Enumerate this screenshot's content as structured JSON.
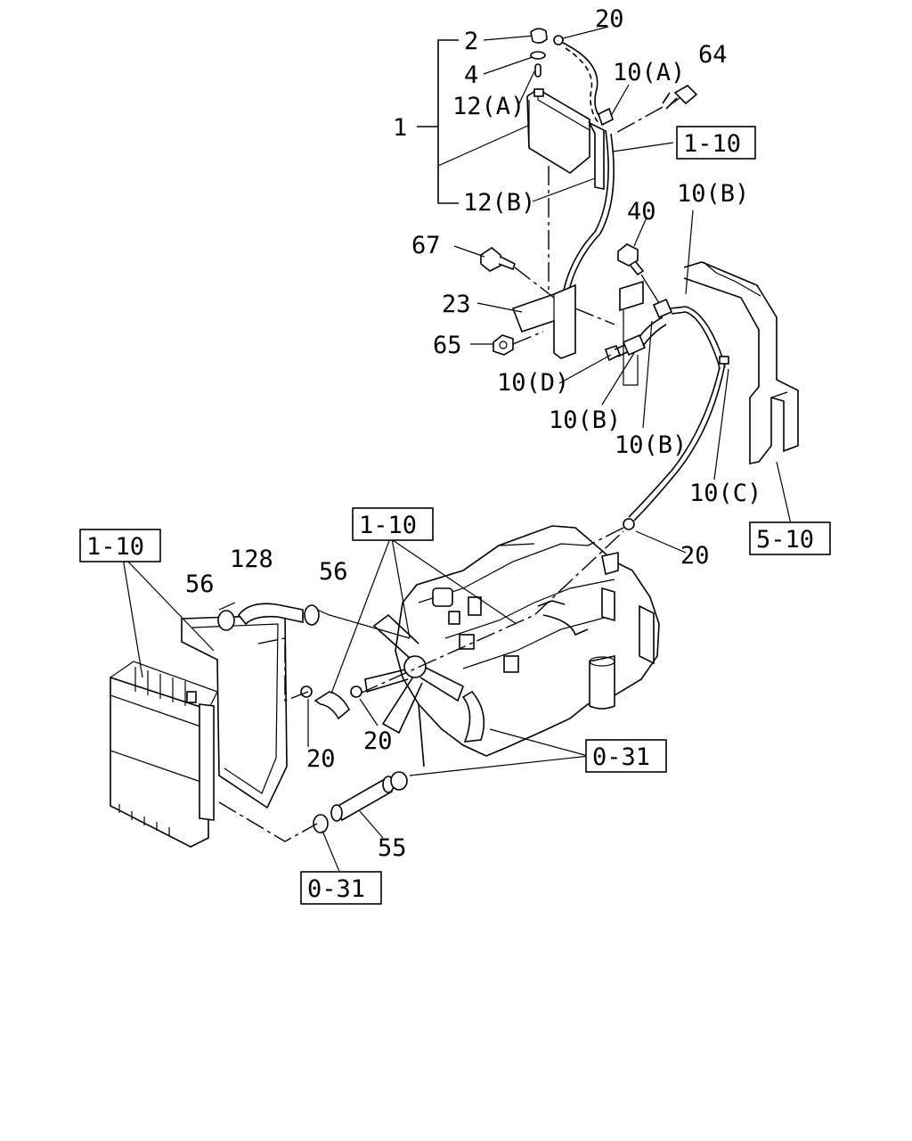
{
  "callouts": {
    "c2": "2",
    "c4": "4",
    "c1": "1",
    "c12a": "12(A)",
    "c12b": "12(B)",
    "c20_top": "20",
    "c10a": "10(A)",
    "c64": "64",
    "c10b_top": "10(B)",
    "c40": "40",
    "c67": "67",
    "c23": "23",
    "c65": "65",
    "c10d": "10(D)",
    "c10b_1": "10(B)",
    "c10b_2": "10(B)",
    "c10c": "10(C)",
    "c20_right": "20",
    "c56_left": "56",
    "c128": "128",
    "c56_right": "56",
    "c20_mid_left": "20",
    "c20_mid": "20",
    "c55": "55"
  },
  "references": {
    "r1_10_top": "1-10",
    "r1_10_left": "1-10",
    "r1_10_mid": "1-10",
    "r5_10": "5-10",
    "r0_31_right": "0-31",
    "r0_31_bottom": "0-31"
  }
}
